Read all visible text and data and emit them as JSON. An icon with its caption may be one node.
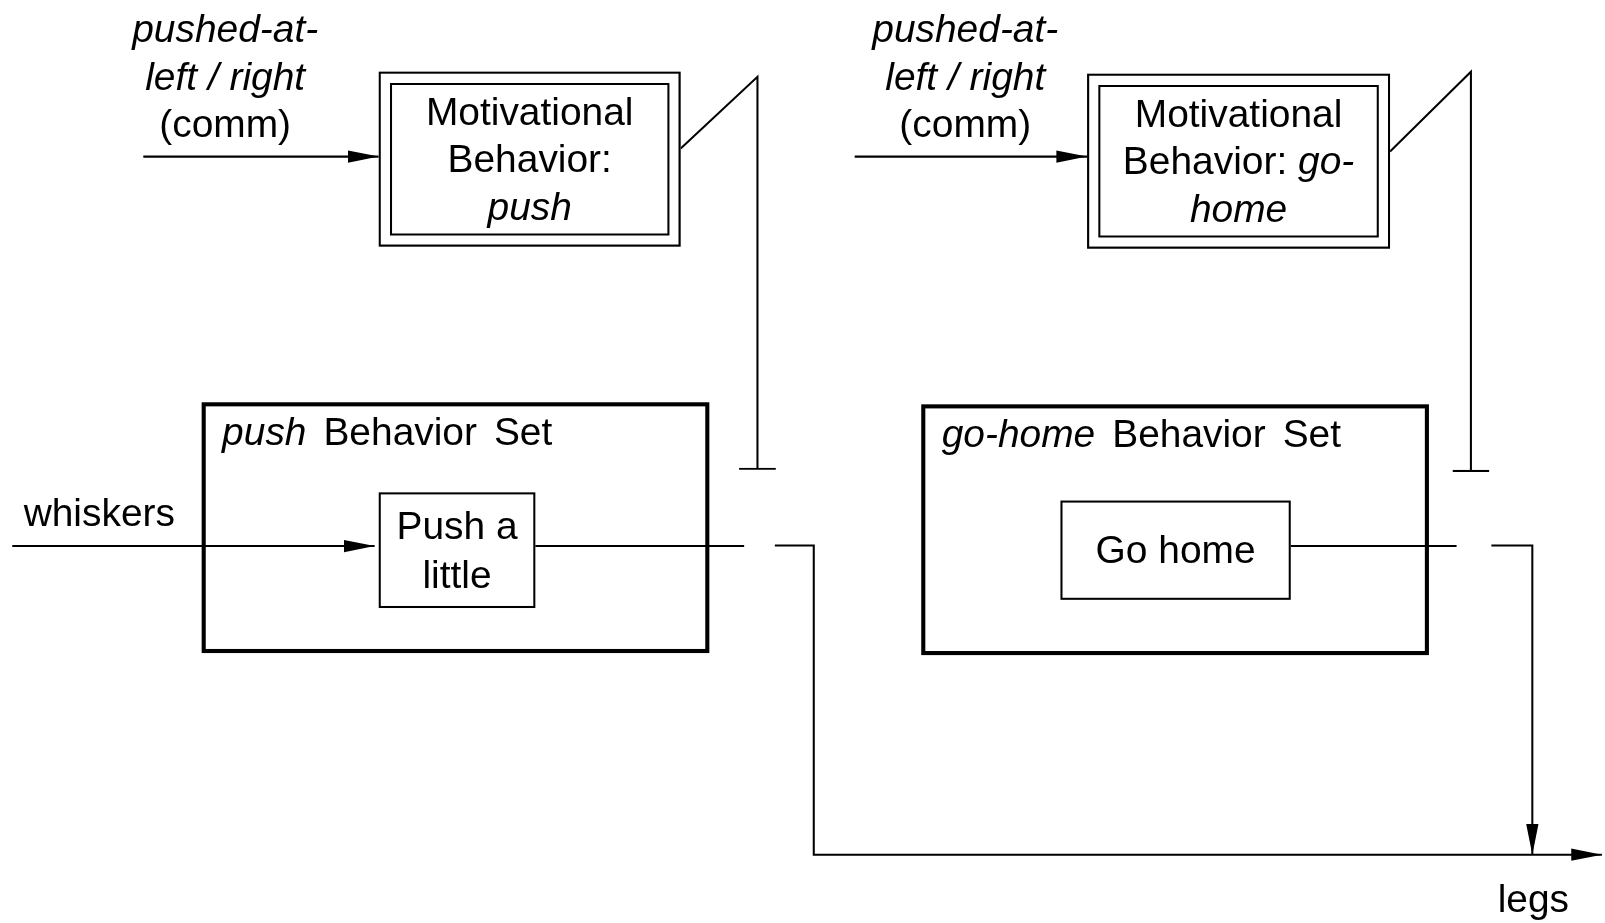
{
  "diagram": {
    "nodes": [
      {
        "text": [
          "*pushed-at-left / right* (comm)"
        ]
      },
      {
        "text": [
          "Motivational Behavior: *push*"
        ]
      },
      {
        "text": [
          "*push* Behavior Set"
        ]
      },
      {
        "text": [
          "Push a little"
        ],
        "in": 2
      },
      {
        "text": [
          "whiskers"
        ]
      },
      {
        "text": [
          "*pushed-at-left / right* (comm)"
        ]
      },
      {
        "text": [
          "Motivational Behavior: *go-home*"
        ]
      },
      {
        "text": [
          "*go-home* Behavior Set"
        ]
      },
      {
        "text": [
          "Go home"
        ],
        "in": 7
      },
      {
        "text": [
          "legs"
        ]
      },
      {
        "text": [],
        "shape": "switch"
      },
      {
        "text": [],
        "shape": "switch"
      }
    ],
    "edges": [
      {
        "from": 0,
        "to": 1,
        "arrow": "to"
      },
      {
        "from": 4,
        "to": 3,
        "arrow": "to"
      },
      {
        "from": 3,
        "to": 10,
        "arrow": "none"
      },
      {
        "from": 10,
        "to": 9,
        "arrow": "to"
      },
      {
        "from": 8,
        "to": 11,
        "arrow": "none"
      },
      {
        "from": 11,
        "to": 9,
        "arrow": "to"
      },
      {
        "from": 1,
        "to": 10,
        "arrow": "none"
      },
      {
        "from": 5,
        "to": 6,
        "arrow": "to"
      },
      {
        "from": 6,
        "to": 11,
        "arrow": "none"
      }
    ]
  }
}
